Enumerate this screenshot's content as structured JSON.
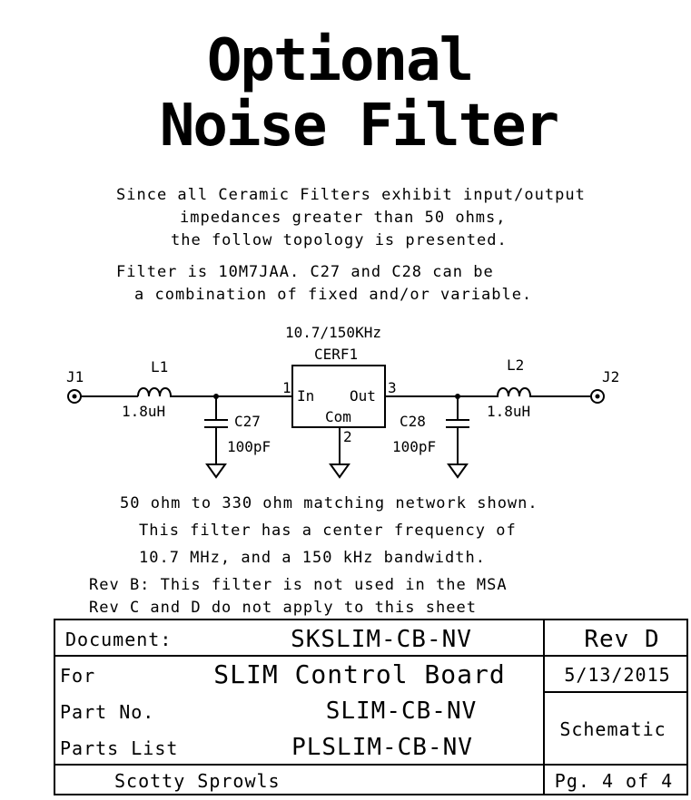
{
  "title": {
    "line1": "Optional",
    "line2": "Noise Filter"
  },
  "description": {
    "lines": [
      "Since all Ceramic Filters exhibit input/output",
      "impedances greater than 50 ohms,",
      "the follow topology is presented.",
      "Filter is 10M7JAA.  C27 and C28 can be",
      "a combination of fixed and/or variable."
    ]
  },
  "schematic": {
    "filter_spec": "10.7/150KHz",
    "filter_ref": "CERF1",
    "pin_in_num": "1",
    "pin_in": "In",
    "pin_out": "Out",
    "pin_out_num": "3",
    "pin_com": "Com",
    "pin_com_num": "2",
    "j1": "J1",
    "j2": "J2",
    "l1": "L1",
    "l1_value": "1.8uH",
    "l2": "L2",
    "l2_value": "1.8uH",
    "c27": "C27",
    "c27_value": "100pF",
    "c28": "C28",
    "c28_value": "100pF"
  },
  "notes": [
    "50 ohm to 330 ohm matching network shown.",
    "This filter has a center frequency of",
    "10.7 MHz, and a 150 kHz bandwidth.",
    "Rev B:  This filter is not used in the MSA",
    "Rev C and D do not apply to this sheet"
  ],
  "title_block": {
    "document_label": "Document:",
    "document_value": "SKSLIM-CB-NV",
    "rev": "Rev D",
    "for_label": "For",
    "for_value": "SLIM Control Board",
    "date": "5/13/2015",
    "part_label": "Part No.",
    "part_value": "SLIM-CB-NV",
    "type": "Schematic",
    "parts_list_label": "Parts List",
    "parts_list_value": "PLSLIM-CB-NV",
    "author": "Scotty Sprowls",
    "page": "Pg. 4 of 4"
  }
}
